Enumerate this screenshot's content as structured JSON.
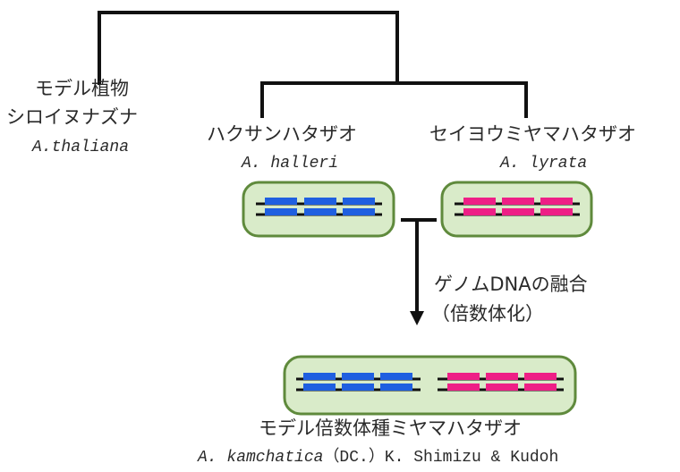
{
  "model_plant": {
    "label": "モデル植物",
    "common_name": "シロイヌナズナ",
    "species": "A.thaliana"
  },
  "parent_left": {
    "common_name": "ハクサンハタザオ",
    "species": "A. halleri",
    "genome_color": "#1f5fe0"
  },
  "parent_right": {
    "common_name": "セイヨウミヤマハタザオ",
    "species": "A. lyrata",
    "genome_color": "#ee1f86"
  },
  "process": {
    "line1": "ゲノムDNAの融合",
    "line2": "（倍数体化）"
  },
  "hybrid": {
    "common_name": "モデル倍数体種ミヤマハタザオ",
    "species_italic": "A. kamchatica",
    "authority": "（DC.）K. Shimizu & Kudoh"
  },
  "colors": {
    "cell_fill": "#d9ebc9",
    "cell_border": "#5f8a3c",
    "tree_line": "#111111"
  }
}
